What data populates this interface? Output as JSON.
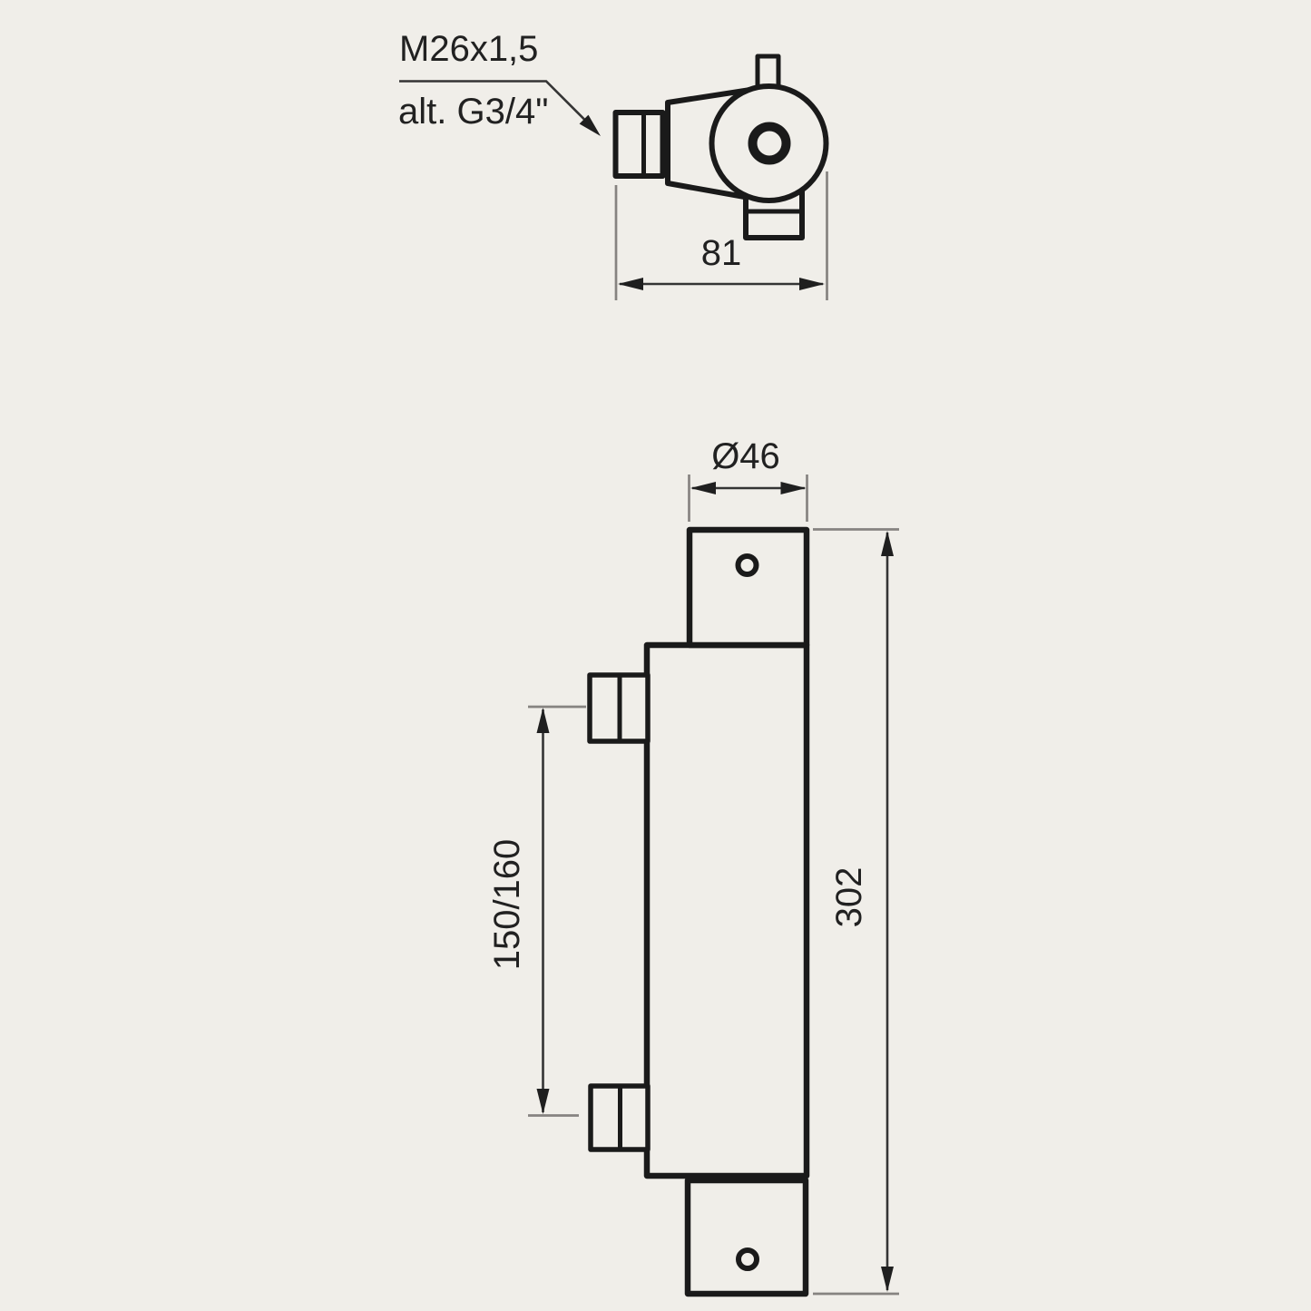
{
  "meta": {
    "title": "Thermostatic shower mixer dimensional drawing"
  },
  "colors": {
    "background": "#f0eee9",
    "outline": "#1a1a1a",
    "dimension_line": "#343434",
    "extension_line": "#868380",
    "text": "#212121"
  },
  "top_view": {
    "thread_label": "M26x1,5",
    "thread_alt_label": "alt. G3/4\"",
    "width_dimension": "81"
  },
  "front_view": {
    "diameter_dimension": "Ø46",
    "connection_distance_dimension": "150/160",
    "height_dimension": "302"
  }
}
